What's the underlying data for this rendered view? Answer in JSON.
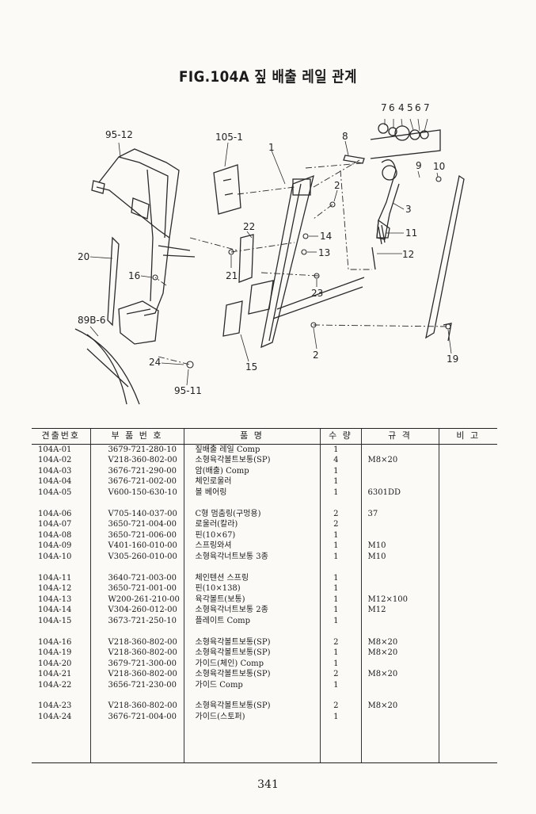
{
  "figure_title": "FIG.104A 짚 배출 레일 관계",
  "callouts": {
    "c7a": "7",
    "c6a": "6",
    "c4": "4",
    "c5": "5",
    "c6b": "6",
    "c7b": "7",
    "c95_12": "95-12",
    "c105_1": "105-1",
    "c1": "1",
    "c8": "8",
    "c9": "9",
    "c10": "10",
    "c2a": "2",
    "c3": "3",
    "c22": "22",
    "c14": "14",
    "c11": "11",
    "c13": "13",
    "c12": "12",
    "c20": "20",
    "c21": "21",
    "c16": "16",
    "c23": "23",
    "c89b_6": "89B-6",
    "c2b": "2",
    "c15": "15",
    "c19": "19",
    "c24": "24",
    "c95_11": "95-11"
  },
  "table": {
    "headers": {
      "ref": "견출번호",
      "part_no": "부 품 번 호",
      "name": "품 명",
      "qty": "수 량",
      "spec": "규 격",
      "remark": "비 고"
    },
    "rows": [
      {
        "ref": "104A-01",
        "part_no": "3679-721-280-10",
        "name": "짚배출 레일 Comp",
        "qty": "1",
        "spec": ""
      },
      {
        "ref": "104A-02",
        "part_no": "V218-360-802-00",
        "name": "소형육각볼트보통(SP)",
        "qty": "4",
        "spec": "M8×20"
      },
      {
        "ref": "104A-03",
        "part_no": "3676-721-290-00",
        "name": "암(배출) Comp",
        "qty": "1",
        "spec": ""
      },
      {
        "ref": "104A-04",
        "part_no": "3676-721-002-00",
        "name": "체인로울러",
        "qty": "1",
        "spec": ""
      },
      {
        "ref": "104A-05",
        "part_no": "V600-150-630-10",
        "name": "볼 베어링",
        "qty": "1",
        "spec": "6301DD"
      },
      {
        "ref": "104A-06",
        "part_no": "V705-140-037-00",
        "name": "C형 멈춤링(구멍용)",
        "qty": "2",
        "spec": "37"
      },
      {
        "ref": "104A-07",
        "part_no": "3650-721-004-00",
        "name": "로울러(칼라)",
        "qty": "2",
        "spec": ""
      },
      {
        "ref": "104A-08",
        "part_no": "3650-721-006-00",
        "name": "핀(10×67)",
        "qty": "1",
        "spec": ""
      },
      {
        "ref": "104A-09",
        "part_no": "V401-160-010-00",
        "name": "스프링와셔",
        "qty": "1",
        "spec": "M10"
      },
      {
        "ref": "104A-10",
        "part_no": "V305-260-010-00",
        "name": "소형육각너트보통 3종",
        "qty": "1",
        "spec": "M10"
      },
      {
        "ref": "104A-11",
        "part_no": "3640-721-003-00",
        "name": "체인텐션 스프링",
        "qty": "1",
        "spec": ""
      },
      {
        "ref": "104A-12",
        "part_no": "3650-721-001-00",
        "name": "핀(10×138)",
        "qty": "1",
        "spec": ""
      },
      {
        "ref": "104A-13",
        "part_no": "W200-261-210-00",
        "name": "육각볼트(보통)",
        "qty": "1",
        "spec": "M12×100"
      },
      {
        "ref": "104A-14",
        "part_no": "V304-260-012-00",
        "name": "소형육각너트보통 2종",
        "qty": "1",
        "spec": "M12"
      },
      {
        "ref": "104A-15",
        "part_no": "3673-721-250-10",
        "name": "플레이트 Comp",
        "qty": "1",
        "spec": ""
      },
      {
        "ref": "104A-16",
        "part_no": "V218-360-802-00",
        "name": "소형육각볼트보통(SP)",
        "qty": "2",
        "spec": "M8×20"
      },
      {
        "ref": "104A-19",
        "part_no": "V218-360-802-00",
        "name": "소형육각볼트보통(SP)",
        "qty": "1",
        "spec": "M8×20"
      },
      {
        "ref": "104A-20",
        "part_no": "3679-721-300-00",
        "name": "가이드(체인) Comp",
        "qty": "1",
        "spec": ""
      },
      {
        "ref": "104A-21",
        "part_no": "V218-360-802-00",
        "name": "소형육각볼트보통(SP)",
        "qty": "2",
        "spec": "M8×20"
      },
      {
        "ref": "104A-22",
        "part_no": "3656-721-230-00",
        "name": "가이드 Comp",
        "qty": "1",
        "spec": ""
      },
      {
        "ref": "104A-23",
        "part_no": "V218-360-802-00",
        "name": "소형육각볼트보통(SP)",
        "qty": "2",
        "spec": "M8×20"
      },
      {
        "ref": "104A-24",
        "part_no": "3676-721-004-00",
        "name": "가이드(스토퍼)",
        "qty": "1",
        "spec": ""
      }
    ]
  },
  "page_number": "341"
}
